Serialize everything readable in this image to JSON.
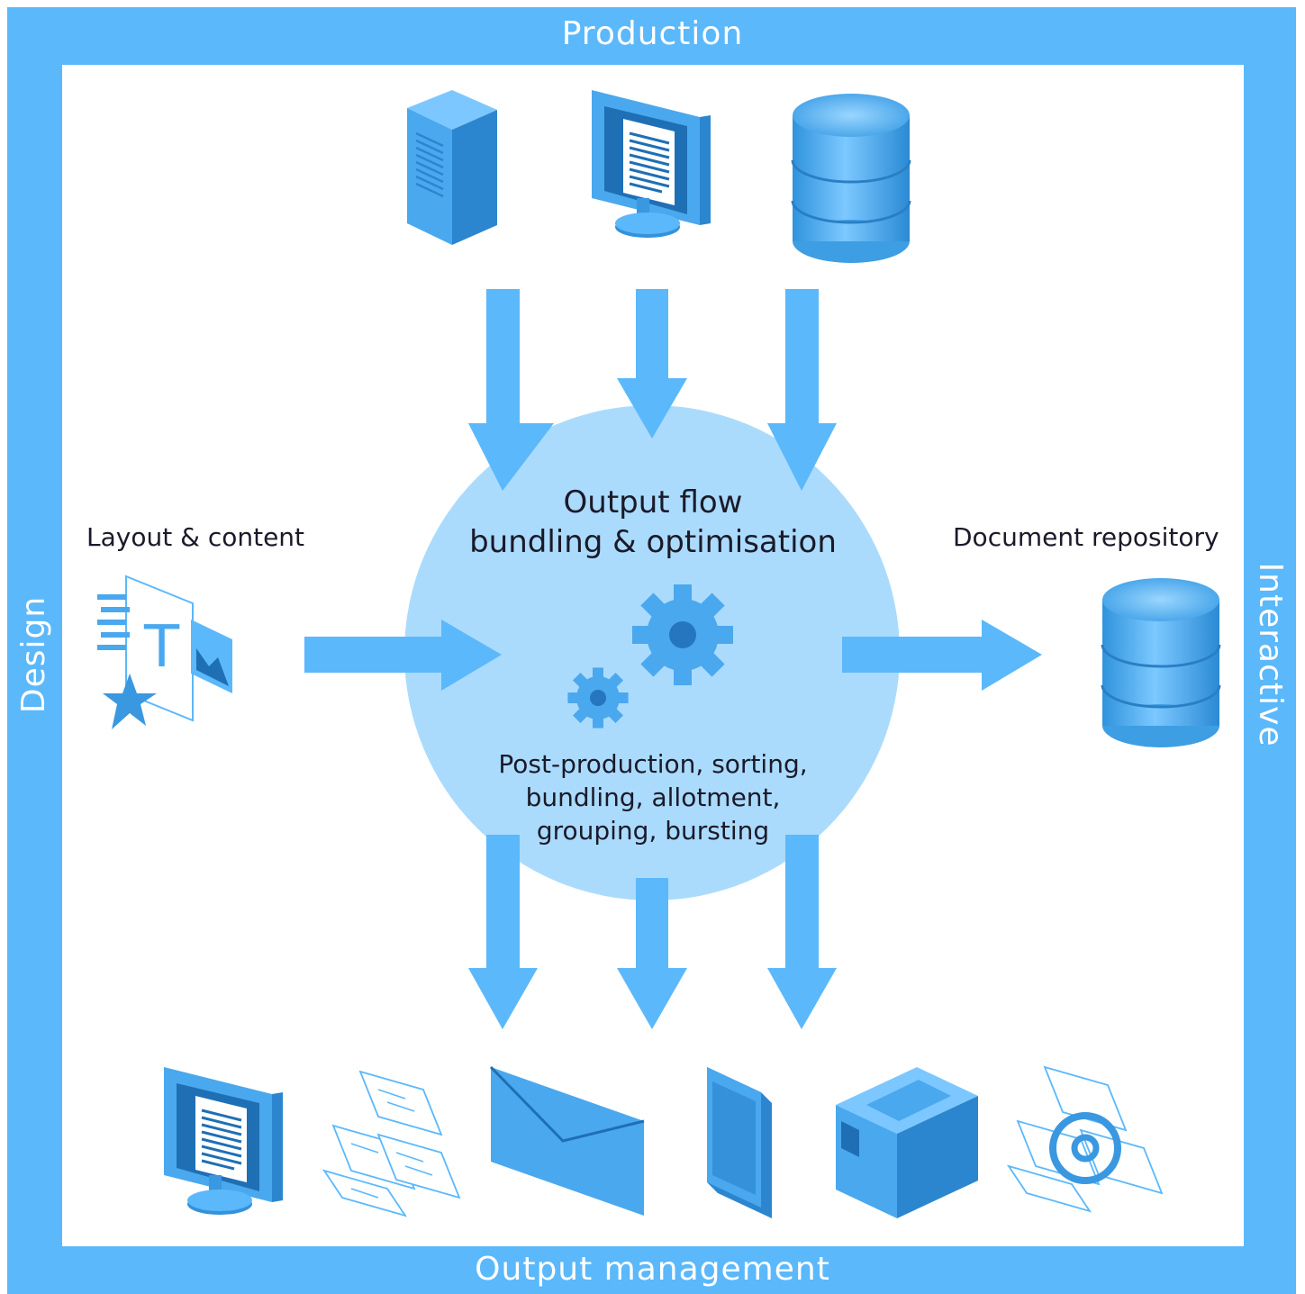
{
  "frame": {
    "top_label": "Production",
    "bottom_label": "Output management",
    "left_label": "Design",
    "right_label": "Interactive",
    "color": "#5bb8fb"
  },
  "hub": {
    "title_line1": "Output flow",
    "title_line2": "bundling & optimisation",
    "subtitle_line1": "Post-production, sorting,",
    "subtitle_line2": "bundling, allotment,",
    "subtitle_line3": "grouping, bursting",
    "color": "#abdbfc",
    "icon": "gears-icon"
  },
  "inputs": {
    "left_label": "Layout & content",
    "left_icon": "layout-content-icon",
    "top_icons": [
      "server-icon",
      "monitor-document-icon",
      "database-icon"
    ]
  },
  "outputs": {
    "right_label": "Document repository",
    "right_icon": "database-icon",
    "bottom_icons": [
      "monitor-document-icon",
      "paper-documents-icon",
      "envelope-icon",
      "tablet-icon",
      "printer-icon",
      "email-documents-icon"
    ]
  },
  "arrow_color": "#5bb8fb"
}
